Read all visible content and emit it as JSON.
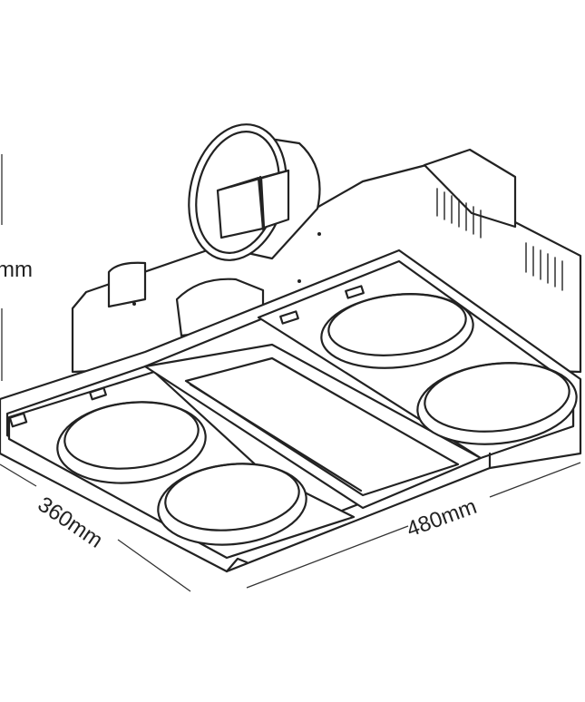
{
  "dimensions": {
    "height_label": "mm",
    "depth_label": "360mm",
    "width_label": "480mm"
  }
}
